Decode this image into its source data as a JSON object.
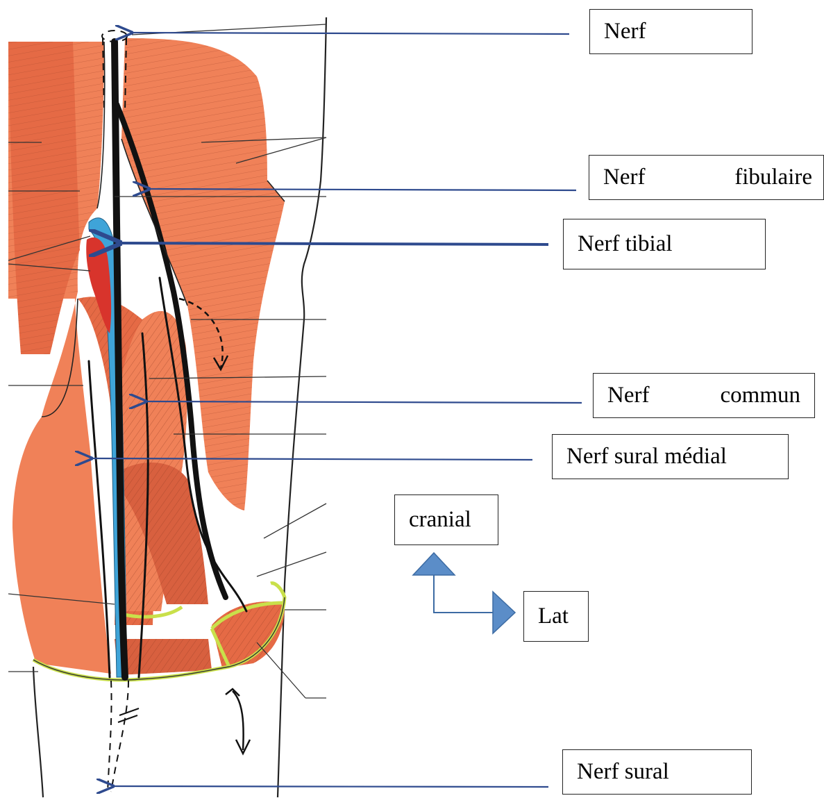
{
  "labels": {
    "nerf": "Nerf",
    "nerf_fibulaire_a": "Nerf",
    "nerf_fibulaire_b": "fibulaire",
    "nerf_tibial": "Nerf tibial",
    "nerf_commun_a": "Nerf",
    "nerf_commun_b": "commun",
    "nerf_sural_medial": "Nerf sural médial",
    "nerf_sural": "Nerf sural"
  },
  "orientation": {
    "cranial": "cranial",
    "lateral": "Lat"
  },
  "colors": {
    "muscle": "#F08158",
    "muscle_dark": "#E56A45",
    "vein": "#3FA4D8",
    "artery": "#D8342C",
    "nerve": "#111111",
    "fascia_edge": "#C9E04A",
    "leader_line": "#2E4A8E",
    "orientation_arrow": "#5B8DC8"
  }
}
